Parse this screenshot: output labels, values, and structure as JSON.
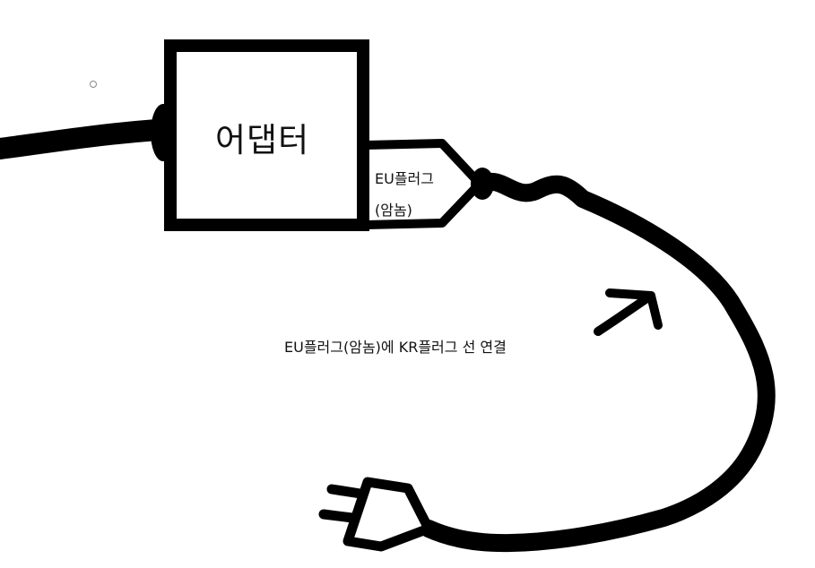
{
  "diagram": {
    "adapter": {
      "label": "어댑터"
    },
    "eu_plug": {
      "label_line1": "EU플러그",
      "label_line2": "(암놈)"
    },
    "annotation": {
      "text": "EU플러그(암놈)에 KR플러그 선 연결"
    },
    "stroke_color": "#000000",
    "background": "#ffffff"
  }
}
